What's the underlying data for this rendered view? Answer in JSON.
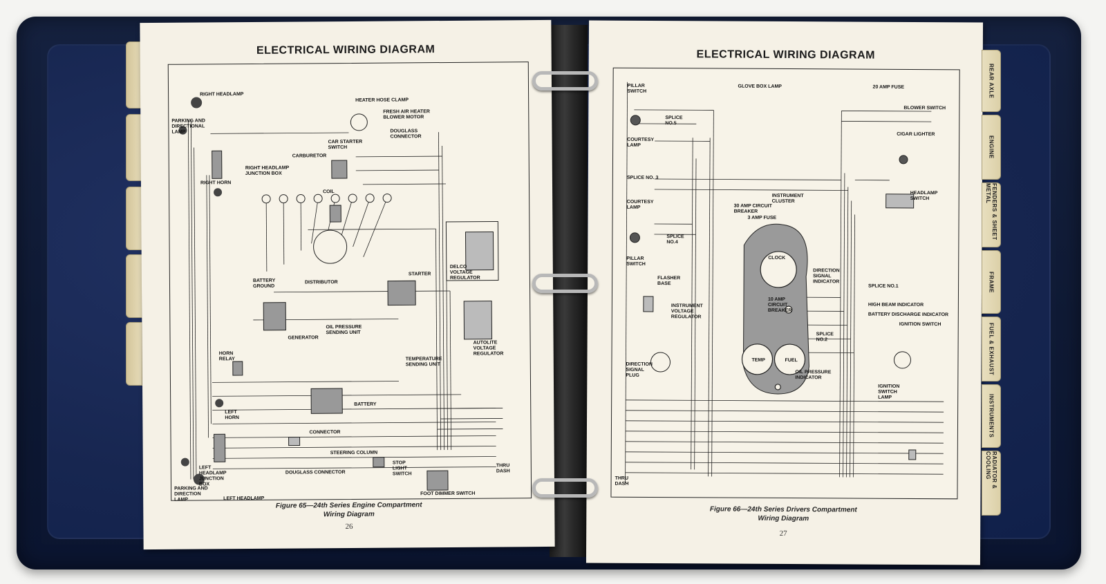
{
  "left_page": {
    "title": "ELECTRICAL WIRING DIAGRAM",
    "caption_line1": "Figure 65—24th Series Engine Compartment",
    "caption_line2": "Wiring Diagram",
    "page_number": "26",
    "labels": {
      "right_headlamp": "RIGHT HEADLAMP",
      "parking_directional": "PARKING AND DIRECTIONAL LAMP",
      "heater_hose_clamp": "HEATER HOSE CLAMP",
      "fresh_air_heater": "FRESH AIR HEATER BLOWER MOTOR",
      "douglass_connector_top": "DOUGLASS CONNECTOR",
      "car_starter_switch": "CAR STARTER SWITCH",
      "carburetor": "CARBURETOR",
      "right_headlamp_jb": "RIGHT HEADLAMP JUNCTION BOX",
      "right_horn": "RIGHT HORN",
      "coil": "COIL",
      "battery_ground": "BATTERY GROUND",
      "distributor": "DISTRIBUTOR",
      "delco_regulator": "DELCO VOLTAGE REGULATOR",
      "starter": "STARTER",
      "generator": "GENERATOR",
      "oil_pressure_unit": "OIL PRESSURE SENDING UNIT",
      "autolite_regulator": "AUTOLITE VOLTAGE REGULATOR",
      "temperature_unit": "TEMPERATURE SENDING UNIT",
      "horn_relay": "HORN RELAY",
      "battery": "BATTERY",
      "left_horn": "LEFT HORN",
      "connector": "CONNECTOR",
      "steering_column": "STEERING COLUMN",
      "stop_light_switch": "STOP LIGHT SWITCH",
      "left_headlamp_jb": "LEFT HEADLAMP JUNCTION BOX",
      "douglass_connector_bottom": "DOUGLASS CONNECTOR",
      "thru_dash": "THRU DASH",
      "left_headlamp": "LEFT HEADLAMP",
      "foot_dimmer": "FOOT DIMMER SWITCH",
      "parking_direction_lamp": "PARKING AND DIRECTION LAMP"
    }
  },
  "right_page": {
    "title": "ELECTRICAL WIRING DIAGRAM",
    "caption_line1": "Figure 66—24th Series Drivers Compartment",
    "caption_line2": "Wiring Diagram",
    "page_number": "27",
    "labels": {
      "pillar_switch_top": "PILLAR SWITCH",
      "glove_box_lamp": "GLOVE BOX LAMP",
      "amp_fuse_20": "20 AMP FUSE",
      "blower_switch": "BLOWER SWITCH",
      "splice_5": "SPLICE NO.5",
      "cigar_lighter": "CIGAR LIGHTER",
      "courtesy_lamp_top": "COURTESY LAMP",
      "splice_3": "SPLICE NO. 3",
      "instrument_cluster": "INSTRUMENT CLUSTER",
      "headlamp_switch": "HEADLAMP SWITCH",
      "circuit_breaker_30": "30 AMP CIRCUIT BREAKER",
      "amp_fuse_3": "3 AMP FUSE",
      "courtesy_lamp_mid": "COURTESY LAMP",
      "splice_4": "SPLICE NO.4",
      "pillar_switch_bottom": "PILLAR SWITCH",
      "clock": "CLOCK",
      "flasher_base": "FLASHER BASE",
      "direction_signal_indicator": "DIRECTION SIGNAL INDICATOR",
      "splice_1": "SPLICE NO.1",
      "instrument_voltage_regulator": "INSTRUMENT VOLTAGE REGULATOR",
      "circuit_breaker_10": "10 AMP CIRCUIT BREAKER",
      "high_beam_indicator": "HIGH BEAM INDICATOR",
      "battery_discharge_indicator": "BATTERY DISCHARGE INDICATOR",
      "ignition_switch": "IGNITION SWITCH",
      "temp": "TEMP",
      "fuel": "FUEL",
      "splice_2": "SPLICE NO.2",
      "direction_signal_plug": "DIRECTION SIGNAL PLUG",
      "oil_pressure_indicator": "OIL PRESSURE INDICATOR",
      "ignition_switch_lamp": "IGNITION SWITCH LAMP",
      "thru_dash": "THRU DASH"
    }
  },
  "tabs": [
    "REAR AXLE",
    "ENGINE",
    "FENDERS & SHEET METAL",
    "FRAME",
    "FUEL & EXHAUST",
    "INSTRUMENTS",
    "RADIATOR & COOLING"
  ]
}
